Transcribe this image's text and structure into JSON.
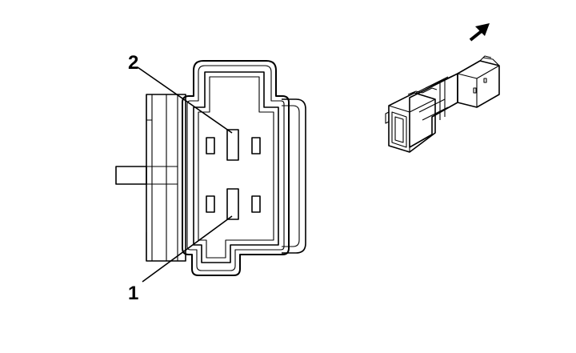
{
  "diagram": {
    "callouts": [
      {
        "label": "2",
        "target": "upper-terminal"
      },
      {
        "label": "1",
        "target": "lower-terminal"
      }
    ],
    "icons": {
      "direction_arrow": "arrow-up-right-icon",
      "connector_iso": "connector-isometric-icon"
    },
    "colors": {
      "line": "#000000",
      "background": "#ffffff"
    }
  }
}
